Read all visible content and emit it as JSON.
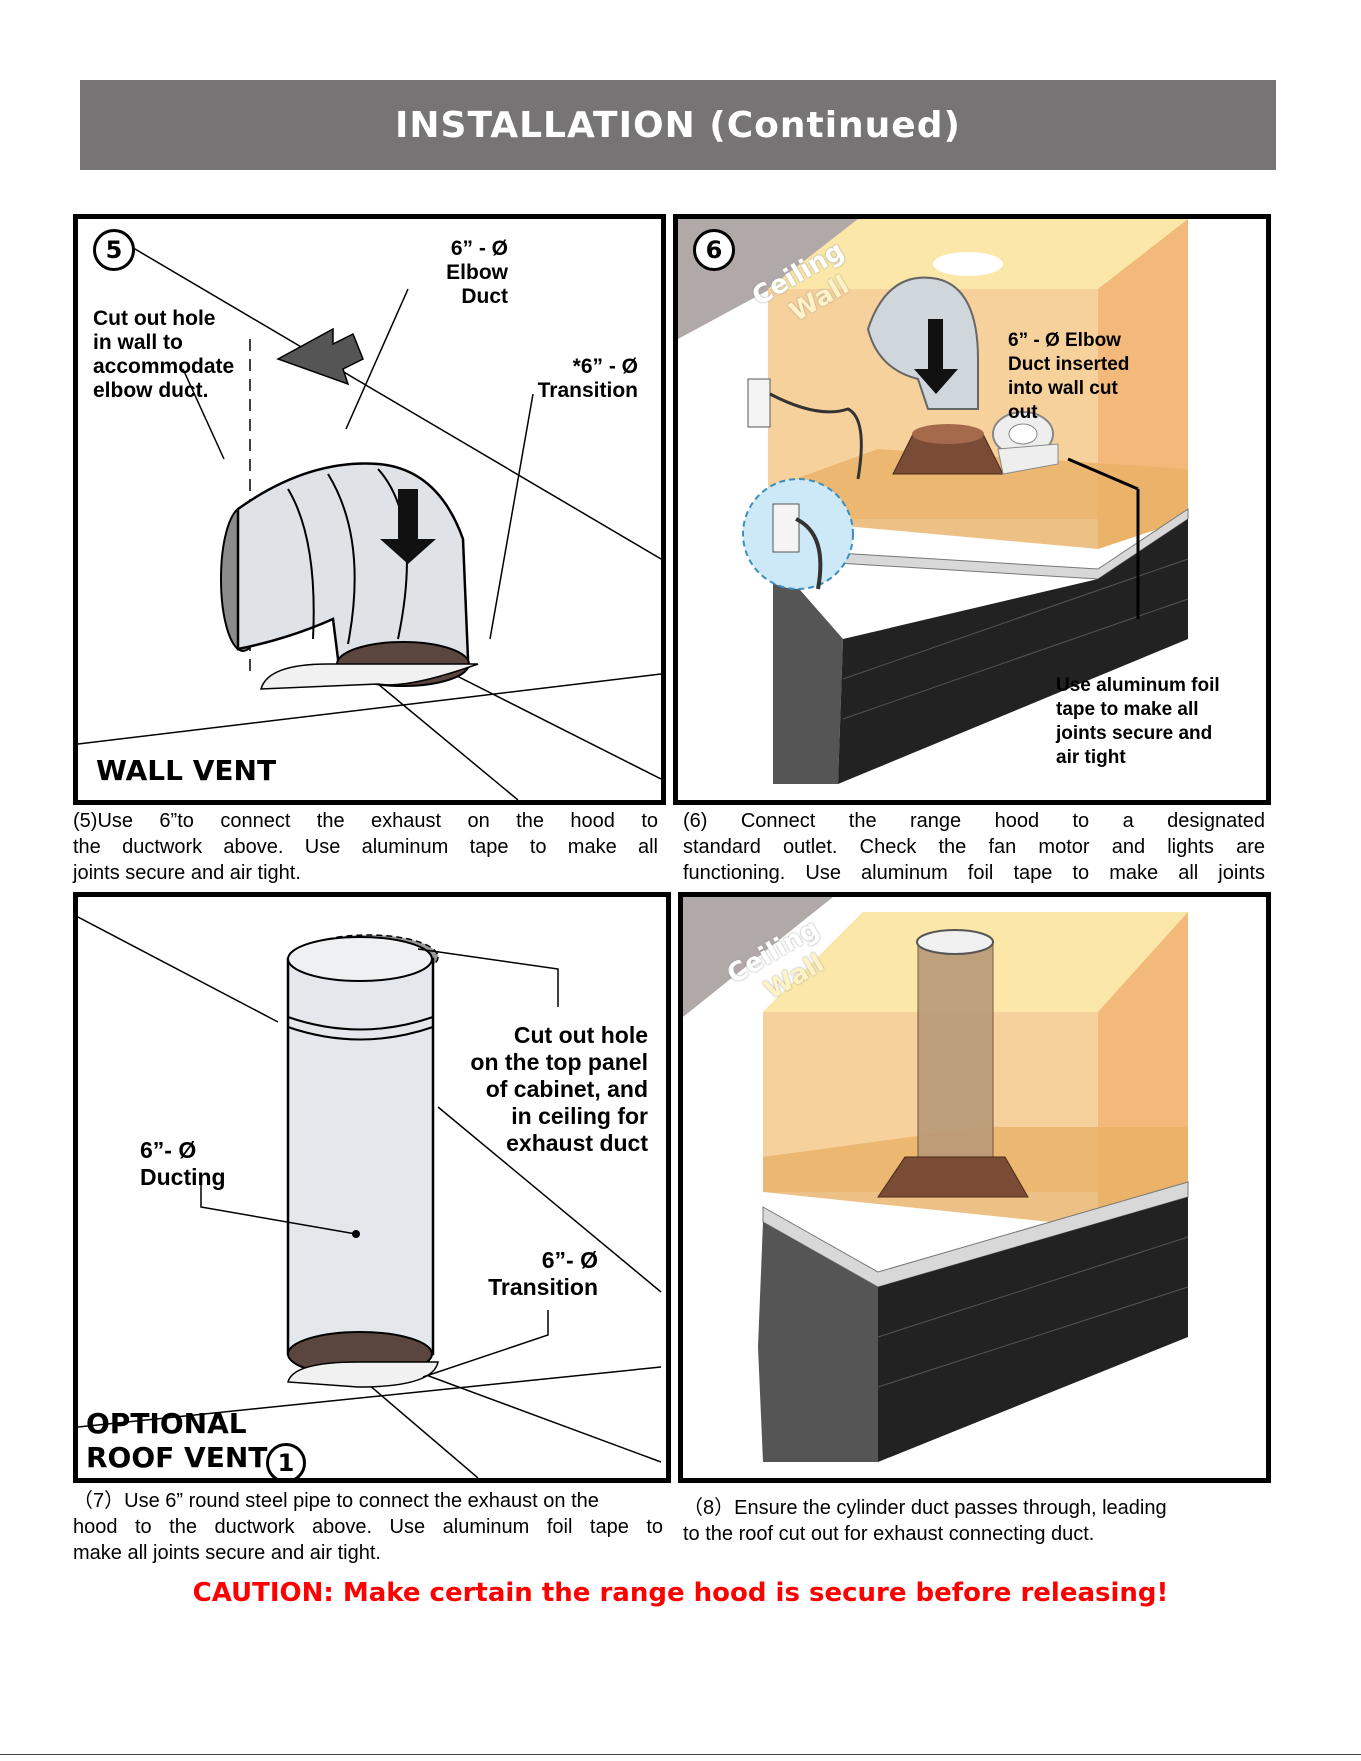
{
  "header": {
    "title": "INSTALLATION (Continued)"
  },
  "panel5": {
    "number": "5",
    "label_elbow": [
      "6” - Ø",
      "Elbow",
      "Duct"
    ],
    "label_cut": [
      "Cut out hole",
      "in wall to",
      "accommodate",
      "elbow duct."
    ],
    "label_transition": [
      "*6” - Ø",
      "Transition"
    ],
    "footer": "WALL VENT"
  },
  "caption5": [
    "(5)Use 6”to connect the exhaust on the hood to",
    "the ductwork above. Use aluminum tape to make all",
    "joints secure and air tight."
  ],
  "panel6": {
    "number": "6",
    "ceiling": "Ceiling",
    "wall": "Wall",
    "label_elbow": [
      "6” - Ø Elbow",
      "Duct inserted",
      "into wall cut",
      "out"
    ],
    "label_tape": [
      "Use aluminum foil",
      "tape to make all",
      "joints secure and",
      "air tight"
    ]
  },
  "caption6": [
    "(6) Connect the range hood to a designated",
    "standard outlet. Check the fan motor and lights are",
    "functioning. Use aluminum foil tape to make all joints"
  ],
  "panel7": {
    "label_cut": [
      "Cut out hole",
      "on the top panel",
      "of cabinet, and",
      "in ceiling for",
      "exhaust duct"
    ],
    "label_ducting": [
      "6”- Ø",
      "Ducting"
    ],
    "label_transition": [
      "6”- Ø",
      "Transition"
    ],
    "footer_line1": "OPTIONAL",
    "footer_line2": "ROOF VENT",
    "footer_num": "1"
  },
  "caption7": [
    "（7）Use 6” round steel pipe to connect the exhaust on the",
    "hood to the ductwork above. Use aluminum foil tape to",
    "make all joints secure and air tight."
  ],
  "panel8": {
    "ceiling": "Ceiling",
    "wall": "Wall"
  },
  "caption8": [
    "（8）Ensure the cylinder duct passes through, leading",
    "to the roof cut out for exhaust connecting duct."
  ],
  "caution": "CAUTION: Make certain the range hood is secure before releasing!",
  "colors": {
    "banner": "#767474",
    "caution": "#ff0000",
    "cabinet": "#f6c98a",
    "duct": "#d7dde2",
    "hood": "#3a3a3a"
  }
}
